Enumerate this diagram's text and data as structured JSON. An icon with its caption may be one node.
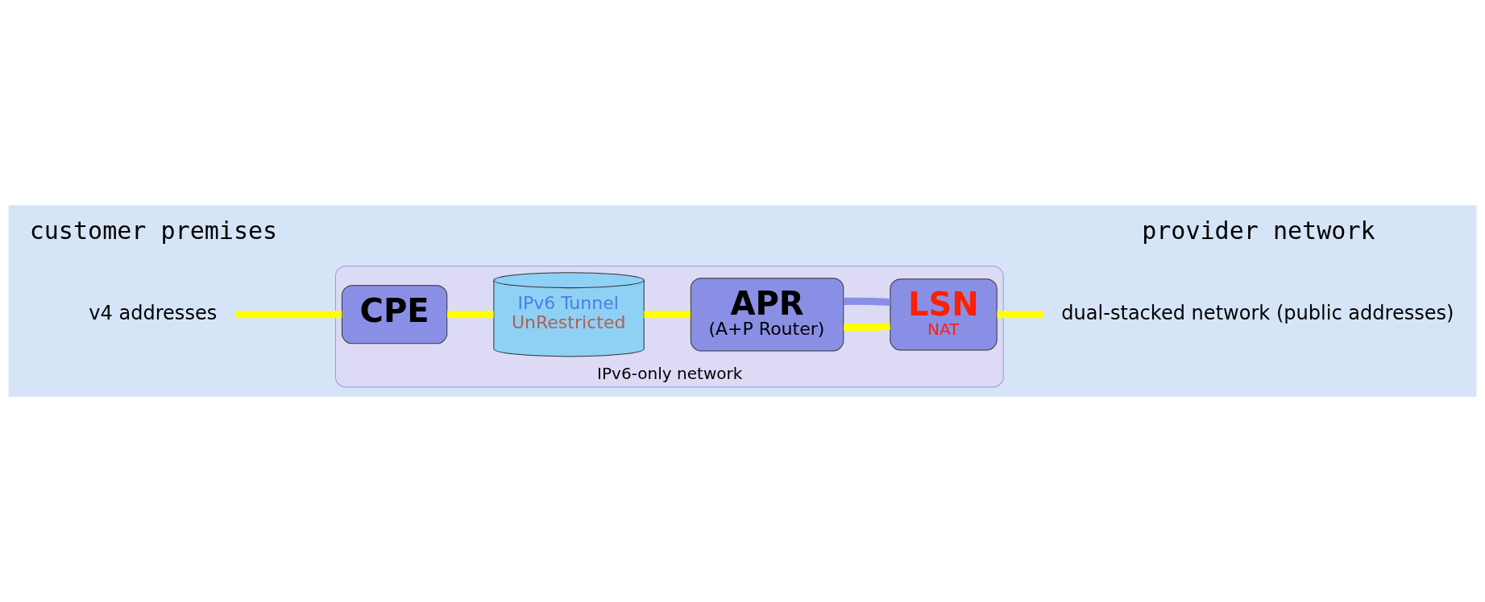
{
  "diagram": {
    "nodes": [
      {
        "text": [
          "IPv6-only network"
        ]
      },
      {
        "text": [
          "CPE"
        ],
        "in": 0
      },
      {
        "text": [
          "IPv6 Tunnel",
          "UnRestricted"
        ],
        "in": 0
      },
      {
        "text": [
          "APR",
          "(A+P Router)"
        ],
        "in": 0
      },
      {
        "text": [
          "LSN",
          "NAT"
        ],
        "in": 0
      },
      {
        "text": [
          "v4 addresses"
        ]
      },
      {
        "text": [
          "dual-stacked network (public addresses)"
        ]
      }
    ],
    "edges": [
      {
        "from": 5,
        "to": 1,
        "arrow": "none",
        "color": "#ffff00"
      },
      {
        "from": 1,
        "to": 2,
        "arrow": "none",
        "color": "#ffff00"
      },
      {
        "from": 2,
        "to": 3,
        "arrow": "none",
        "color": "#ffff00"
      },
      {
        "from": 3,
        "to": 4,
        "arrow": "none",
        "color": "#ffff00"
      },
      {
        "from": 4,
        "to": 6,
        "arrow": "none",
        "color": "#ffff00"
      },
      {
        "from": 3,
        "to": 4,
        "arrow": "none",
        "color": "#8a8fe6"
      }
    ],
    "labels": [
      "customer premises",
      "provider network"
    ]
  }
}
